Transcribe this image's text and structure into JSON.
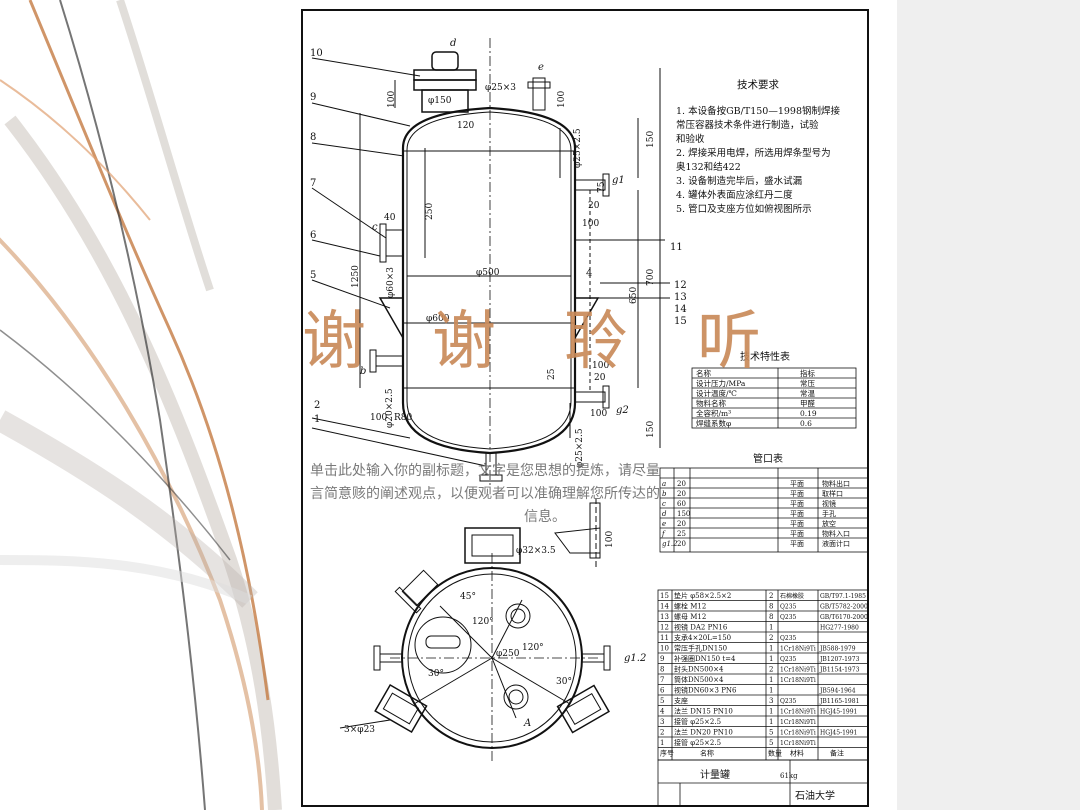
{
  "slide": {
    "title_chars": [
      "谢",
      "谢",
      "聆",
      "听"
    ],
    "placeholder_lines": [
      "单击此处输入你的副标题，文字是您思想的提炼，请尽量",
      "言简意赅的阐述观点，以便观者可以准确理解您所传达的",
      "信息。"
    ]
  },
  "drawing": {
    "tech_req_title": "技术要求",
    "tech_req": [
      "1. 本设备按GB/T150—1998钢制焊接",
      "   常压容器技术条件进行制造，试验",
      "   和验收",
      "2. 焊接采用电焊，所选用焊条型号为",
      "   奥132和结422",
      "3. 设备制造完毕后，盛水试漏",
      "4. 罐体外表面应涂红丹二度",
      "5. 管口及支座方位如俯视图所示"
    ],
    "char_table_title": "技术特性表",
    "char_table": [
      [
        "名称",
        "指标"
      ],
      [
        "设计压力/MPa",
        "常压"
      ],
      [
        "设计温度/℃",
        "常温"
      ],
      [
        "物料名称",
        "甲醛"
      ],
      [
        "全容积/m³",
        "0.19"
      ],
      [
        "焊缝系数φ",
        "0.6"
      ]
    ],
    "nozzle_table_title": "管口表",
    "nozzle_rows": [
      [
        "a",
        "20",
        "平面",
        "物料出口"
      ],
      [
        "b",
        "20",
        "平面",
        "取样口"
      ],
      [
        "c",
        "60",
        "平面",
        "视镜"
      ],
      [
        "d",
        "150",
        "平面",
        "手孔"
      ],
      [
        "e",
        "20",
        "平面",
        "放空"
      ],
      [
        "f",
        "25",
        "平面",
        "物料入口"
      ],
      [
        "g1.2",
        "20",
        "平面",
        "液面计口"
      ]
    ],
    "parts": [
      [
        "15",
        "垫片 φ58×2.5×2",
        "2",
        "石棉橡胶",
        "GB/T97.1-1985"
      ],
      [
        "14",
        "螺栓 M12",
        "8",
        "Q235",
        "GB/T5782-2000"
      ],
      [
        "13",
        "螺母 M12",
        "8",
        "Q235",
        "GB/T6170-2000"
      ],
      [
        "12",
        "视镜 DA2 PN16",
        "1",
        "",
        "HG277-1980"
      ],
      [
        "11",
        "支承4×20L=150",
        "2",
        "Q235",
        ""
      ],
      [
        "10",
        "常压手孔DN150",
        "1",
        "1Cr18Ni9Ti",
        "JB588-1979"
      ],
      [
        "9",
        "补强圈DN150 t=4",
        "1",
        "Q235",
        "JB1207-1973"
      ],
      [
        "8",
        "封头DN500×4",
        "2",
        "1Cr18Ni9Ti",
        "JB1154-1973"
      ],
      [
        "7",
        "筒体DN500×4",
        "1",
        "1Cr18Ni9Ti",
        ""
      ],
      [
        "6",
        "视镜DN60×3 PN6",
        "1",
        "",
        "JB594-1964"
      ],
      [
        "5",
        "支座",
        "3",
        "Q235",
        "JB1165-1981"
      ],
      [
        "4",
        "法兰 DN15 PN10",
        "1",
        "1Cr18Ni9Ti",
        "HGJ45-1991"
      ],
      [
        "3",
        "接管 φ25×2.5",
        "1",
        "1Cr18Ni9Ti",
        ""
      ],
      [
        "2",
        "法兰 DN20 PN10",
        "5",
        "1Cr18Ni9Ti",
        "HGJ45-1991"
      ],
      [
        "1",
        "接管 φ25×2.5",
        "5",
        "1Cr18Ni9Ti",
        ""
      ]
    ],
    "parts_header": [
      "序号",
      "名称",
      "数量",
      "材料",
      "备注"
    ],
    "vessel_name": "计量罐",
    "school": "石油大学",
    "weight": "61kg",
    "dims": {
      "d150": "φ150",
      "d25x3": "φ25×3",
      "d500": "φ500",
      "d600": "φ600",
      "d60x3": "φ60×3",
      "d20x25": "φ20×2.5",
      "d25x25a": "φ25×2.5",
      "d25x25b": "φ25×2.5",
      "d32x35": "φ32×3.5",
      "d250": "φ250",
      "d3x23": "3×φ23",
      "v100a": "100",
      "v100b": "100",
      "v120": "120",
      "v150a": "150",
      "v150b": "150",
      "v250": "250",
      "v1250": "1250",
      "v700": "700",
      "v650": "650",
      "v75": "75",
      "v20a": "20",
      "v20b": "20",
      "v40": "40",
      "v100c": "100",
      "v100d": "100",
      "v25": "25",
      "r80": "R80",
      "v100e": "100",
      "a45": "45°",
      "a120a": "120°",
      "a120b": "120°",
      "a30a": "30°",
      "a30b": "30°"
    },
    "leaders": [
      "10",
      "9",
      "8",
      "7",
      "6",
      "5",
      "4",
      "11",
      "12",
      "13",
      "14",
      "15",
      "2",
      "1"
    ],
    "nozzle_labels": [
      "a",
      "b",
      "c",
      "d",
      "e",
      "f",
      "g1",
      "g2",
      "g1.2",
      "A"
    ]
  }
}
